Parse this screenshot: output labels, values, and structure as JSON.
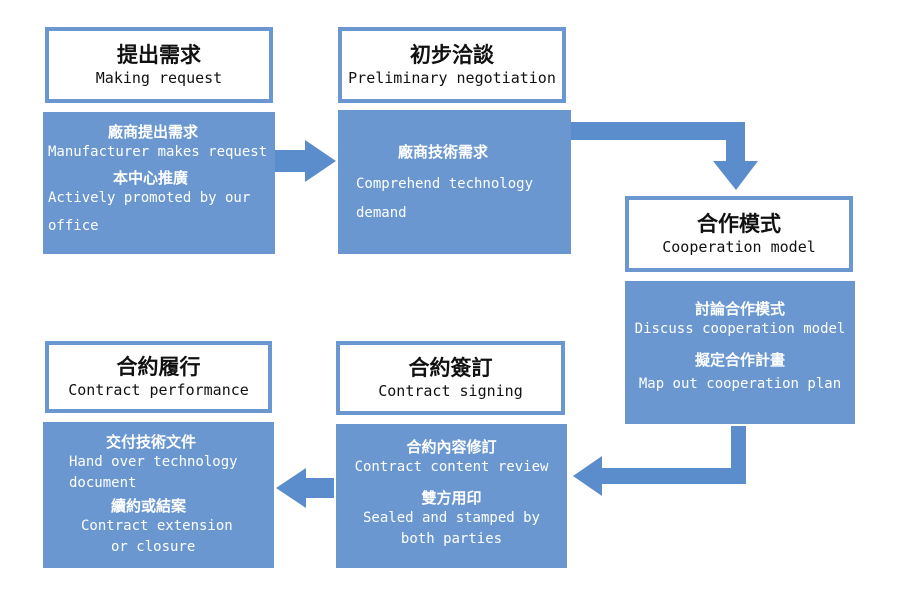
{
  "steps": [
    {
      "title_zh": "提出需求",
      "title_en": "Making request",
      "items": [
        {
          "zh": "廠商提出需求",
          "en": "Manufacturer makes request"
        },
        {
          "zh": "本中心推廣",
          "en": "Actively promoted by our",
          "en2": "office"
        }
      ]
    },
    {
      "title_zh": "初步洽談",
      "title_en": "Preliminary negotiation",
      "items": [
        {
          "zh": "廠商技術需求",
          "en": "Comprehend technology",
          "en2": "demand"
        }
      ]
    },
    {
      "title_zh": "合作模式",
      "title_en": "Cooperation model",
      "items": [
        {
          "zh": "討論合作模式",
          "en": "Discuss cooperation model"
        },
        {
          "zh": "擬定合作計畫",
          "en": "Map out cooperation plan"
        }
      ]
    },
    {
      "title_zh": "合約簽訂",
      "title_en": "Contract signing",
      "items": [
        {
          "zh": "合約內容修訂",
          "en": "Contract content review"
        },
        {
          "zh": "雙方用印",
          "en": "Sealed and stamped by",
          "en2": "both parties"
        }
      ]
    },
    {
      "title_zh": "合約履行",
      "title_en": "Contract performance",
      "items": [
        {
          "zh": "交付技術文件",
          "en": "Hand over technology",
          "en2": "document"
        },
        {
          "zh": "續約或結案",
          "en": "Contract extension",
          "en2": "or closure"
        }
      ]
    }
  ],
  "colors": {
    "box_fill": "#6a97d0",
    "arrow": "#5b8ccb",
    "header_border": "#6a97d0",
    "text_on_fill": "#ffffff"
  }
}
